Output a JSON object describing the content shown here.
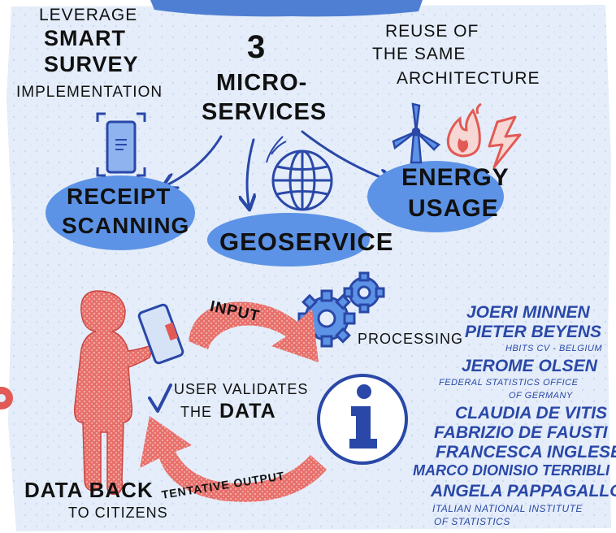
{
  "top_left": {
    "line1": "Leverage",
    "line2": "Smart",
    "line3": "Survey",
    "line4": "Implementation"
  },
  "center_title": {
    "number": "3",
    "line1": "Micro-",
    "line2": "services"
  },
  "top_right": {
    "line1": "Reuse of",
    "line2": "the same",
    "line3": "architecture"
  },
  "services": {
    "receipt": {
      "line1": "Receipt",
      "line2": "Scanning"
    },
    "geo": {
      "label": "Geoservice"
    },
    "energy": {
      "line1": "Energy",
      "line2": "Usage"
    }
  },
  "cycle": {
    "input": "Input",
    "processing": "Processing",
    "validate_line1": "User validates",
    "validate_line2a": "the",
    "validate_line2b": "Data",
    "tentative": "Tentative output",
    "back_line1": "Data back",
    "back_line2": "to citizens"
  },
  "credits": {
    "n1": "Joeri Minnen",
    "n2": "Pieter Beyens",
    "a1": "hbits cv - Belgium",
    "n3": "Jerome Olsen",
    "a2": "Federal Statistics Office",
    "a3": "of Germany",
    "n4": "Claudia De Vitis",
    "n5": "Fabrizio De Fausti",
    "n6": "Francesca Inglese",
    "n7": "Marco Dionisio Terribli",
    "n8": "Angela Pappagallo",
    "a4": "Italian National Institute",
    "a5": "of Statistics"
  },
  "colors": {
    "paper": "#e3ecf8",
    "blob": "#5d93e6",
    "ink": "#2a48a8",
    "red": "#e25a55",
    "text": "#111111"
  },
  "icons": [
    "phone-scan-icon",
    "globe-icon",
    "wind-turbine-icon",
    "flame-icon",
    "lightning-icon",
    "gears-icon",
    "info-icon",
    "checkmark-icon",
    "person-icon",
    "smartphone-icon"
  ]
}
